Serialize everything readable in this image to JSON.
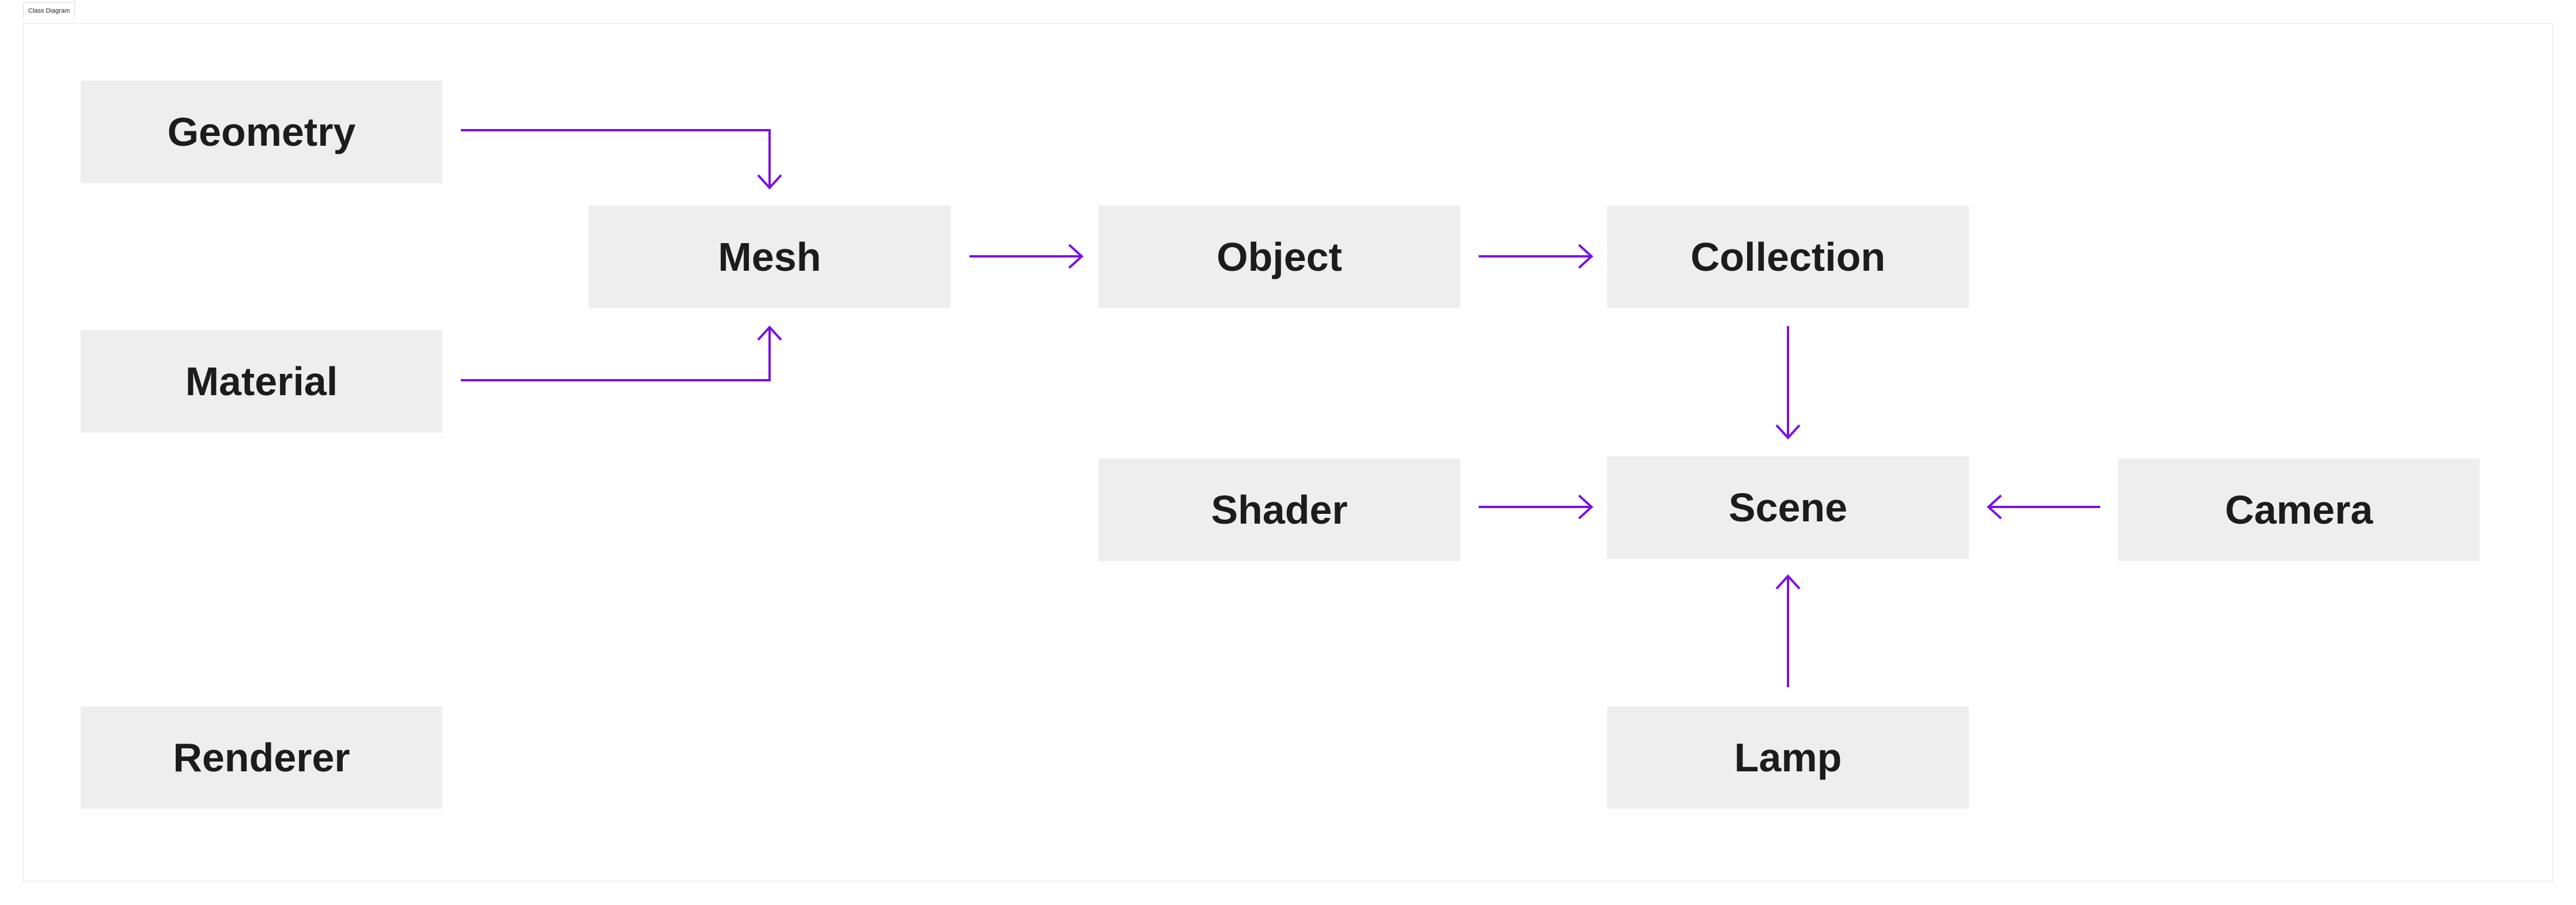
{
  "tab": {
    "label": "Class Diagram"
  },
  "nodes": {
    "geometry": "Geometry",
    "material": "Material",
    "renderer": "Renderer",
    "mesh": "Mesh",
    "object": "Object",
    "shader": "Shader",
    "collection": "Collection",
    "scene": "Scene",
    "lamp": "Lamp",
    "camera": "Camera"
  },
  "edges": [
    {
      "from": "geometry",
      "to": "mesh"
    },
    {
      "from": "material",
      "to": "mesh"
    },
    {
      "from": "mesh",
      "to": "object"
    },
    {
      "from": "object",
      "to": "collection"
    },
    {
      "from": "collection",
      "to": "scene"
    },
    {
      "from": "shader",
      "to": "scene"
    },
    {
      "from": "camera",
      "to": "scene"
    },
    {
      "from": "lamp",
      "to": "scene"
    }
  ],
  "colors": {
    "arrow": "#7a10e6",
    "node_fill": "#eeeeee",
    "node_text": "#1c1c1c"
  }
}
